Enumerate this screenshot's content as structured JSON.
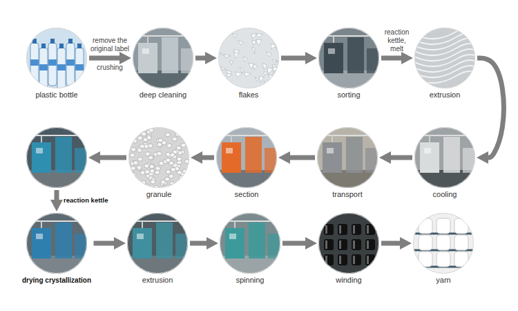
{
  "diagram": {
    "nodes": [
      {
        "text": [
          "plastic bottle"
        ]
      },
      {
        "text": [
          "deep cleaning"
        ]
      },
      {
        "text": [
          "flakes"
        ]
      },
      {
        "text": [
          "sorting"
        ]
      },
      {
        "text": [
          "extrusion"
        ]
      },
      {
        "text": [
          "cooling"
        ]
      },
      {
        "text": [
          "transport"
        ]
      },
      {
        "text": [
          "section"
        ]
      },
      {
        "text": [
          "granule"
        ]
      },
      {
        "text": []
      },
      {
        "text": [
          "drying crystallization"
        ]
      },
      {
        "text": [
          "extrusion"
        ]
      },
      {
        "text": [
          "spinning"
        ]
      },
      {
        "text": [
          "winding"
        ]
      },
      {
        "text": [
          "yarn"
        ]
      }
    ],
    "edges": [
      {
        "from": 0,
        "to": 1,
        "arrow": "to",
        "label": "remove the original label"
      },
      {
        "from": 1,
        "to": 2,
        "arrow": "to"
      },
      {
        "from": 2,
        "to": 3,
        "arrow": "to"
      },
      {
        "from": 3,
        "to": 4,
        "arrow": "to",
        "label": "reaction kettle, melt"
      },
      {
        "from": 4,
        "to": 5,
        "arrow": "to"
      },
      {
        "from": 5,
        "to": 6,
        "arrow": "to"
      },
      {
        "from": 6,
        "to": 7,
        "arrow": "to"
      },
      {
        "from": 7,
        "to": 8,
        "arrow": "to"
      },
      {
        "from": 8,
        "to": 9,
        "arrow": "to"
      },
      {
        "from": 9,
        "to": 10,
        "arrow": "to",
        "label": "reaction kettle"
      },
      {
        "from": 10,
        "to": 11,
        "arrow": "to"
      },
      {
        "from": 11,
        "to": 12,
        "arrow": "to"
      },
      {
        "from": 12,
        "to": 13,
        "arrow": "to"
      },
      {
        "from": 13,
        "to": 14,
        "arrow": "to"
      }
    ],
    "labels": [
      "crushing"
    ]
  }
}
